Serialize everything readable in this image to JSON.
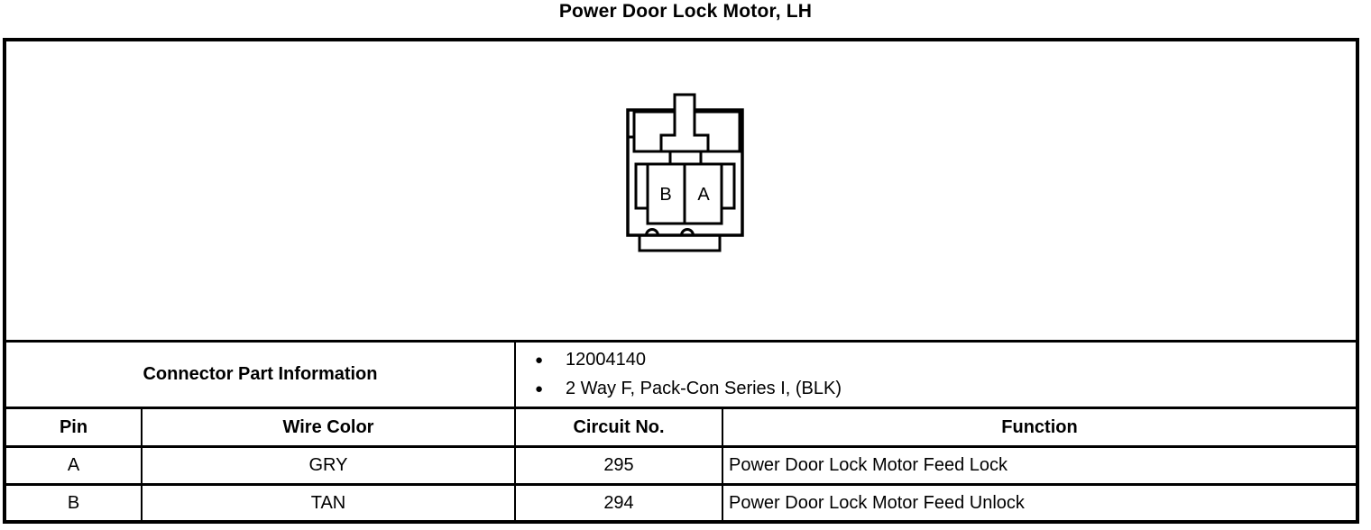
{
  "title": "Power Door Lock Motor, LH",
  "connector": {
    "pin_labels": {
      "left": "B",
      "right": "A"
    }
  },
  "part_info": {
    "label": "Connector Part Information",
    "bullet_glyph": "●",
    "items": [
      "12004140",
      "2 Way F, Pack-Con Series I, (BLK)"
    ]
  },
  "pin_table": {
    "headers": {
      "pin": "Pin",
      "wire_color": "Wire Color",
      "circuit_no": "Circuit No.",
      "function": "Function"
    },
    "rows": [
      {
        "pin": "A",
        "wire_color": "GRY",
        "circuit_no": "295",
        "function": "Power Door Lock Motor Feed Lock"
      },
      {
        "pin": "B",
        "wire_color": "TAN",
        "circuit_no": "294",
        "function": "Power Door Lock Motor Feed Unlock"
      }
    ]
  },
  "colors": {
    "ink": "#000000",
    "background": "#ffffff"
  }
}
